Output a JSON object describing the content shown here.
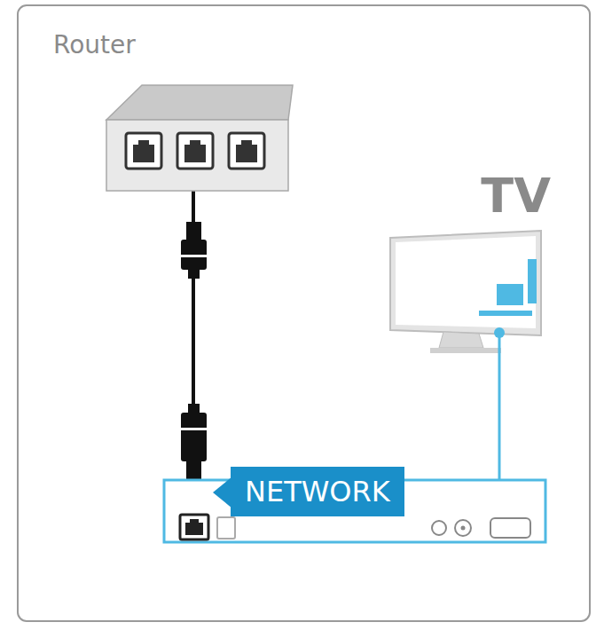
{
  "diagram": {
    "nodes": [
      {
        "text": [
          "Router"
        ]
      },
      {
        "text": [
          "TV"
        ]
      }
    ],
    "edges": [
      {
        "from": 0,
        "to": 1,
        "arrow": "none"
      }
    ],
    "labels": [
      "NETWORK"
    ]
  }
}
